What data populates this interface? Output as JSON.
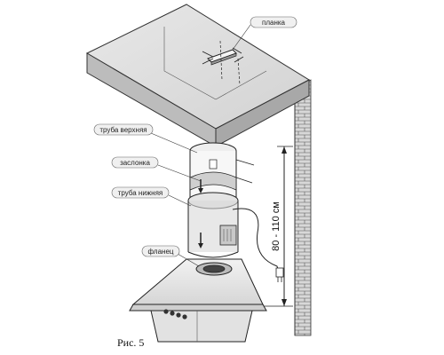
{
  "labels": {
    "planka": "планка",
    "pipe_upper": "труба верхняя",
    "damper": "заслонка",
    "pipe_lower": "труба нижняя",
    "flange": "фланец"
  },
  "dimension": "80 - 110 см",
  "caption": "Рис. 5"
}
